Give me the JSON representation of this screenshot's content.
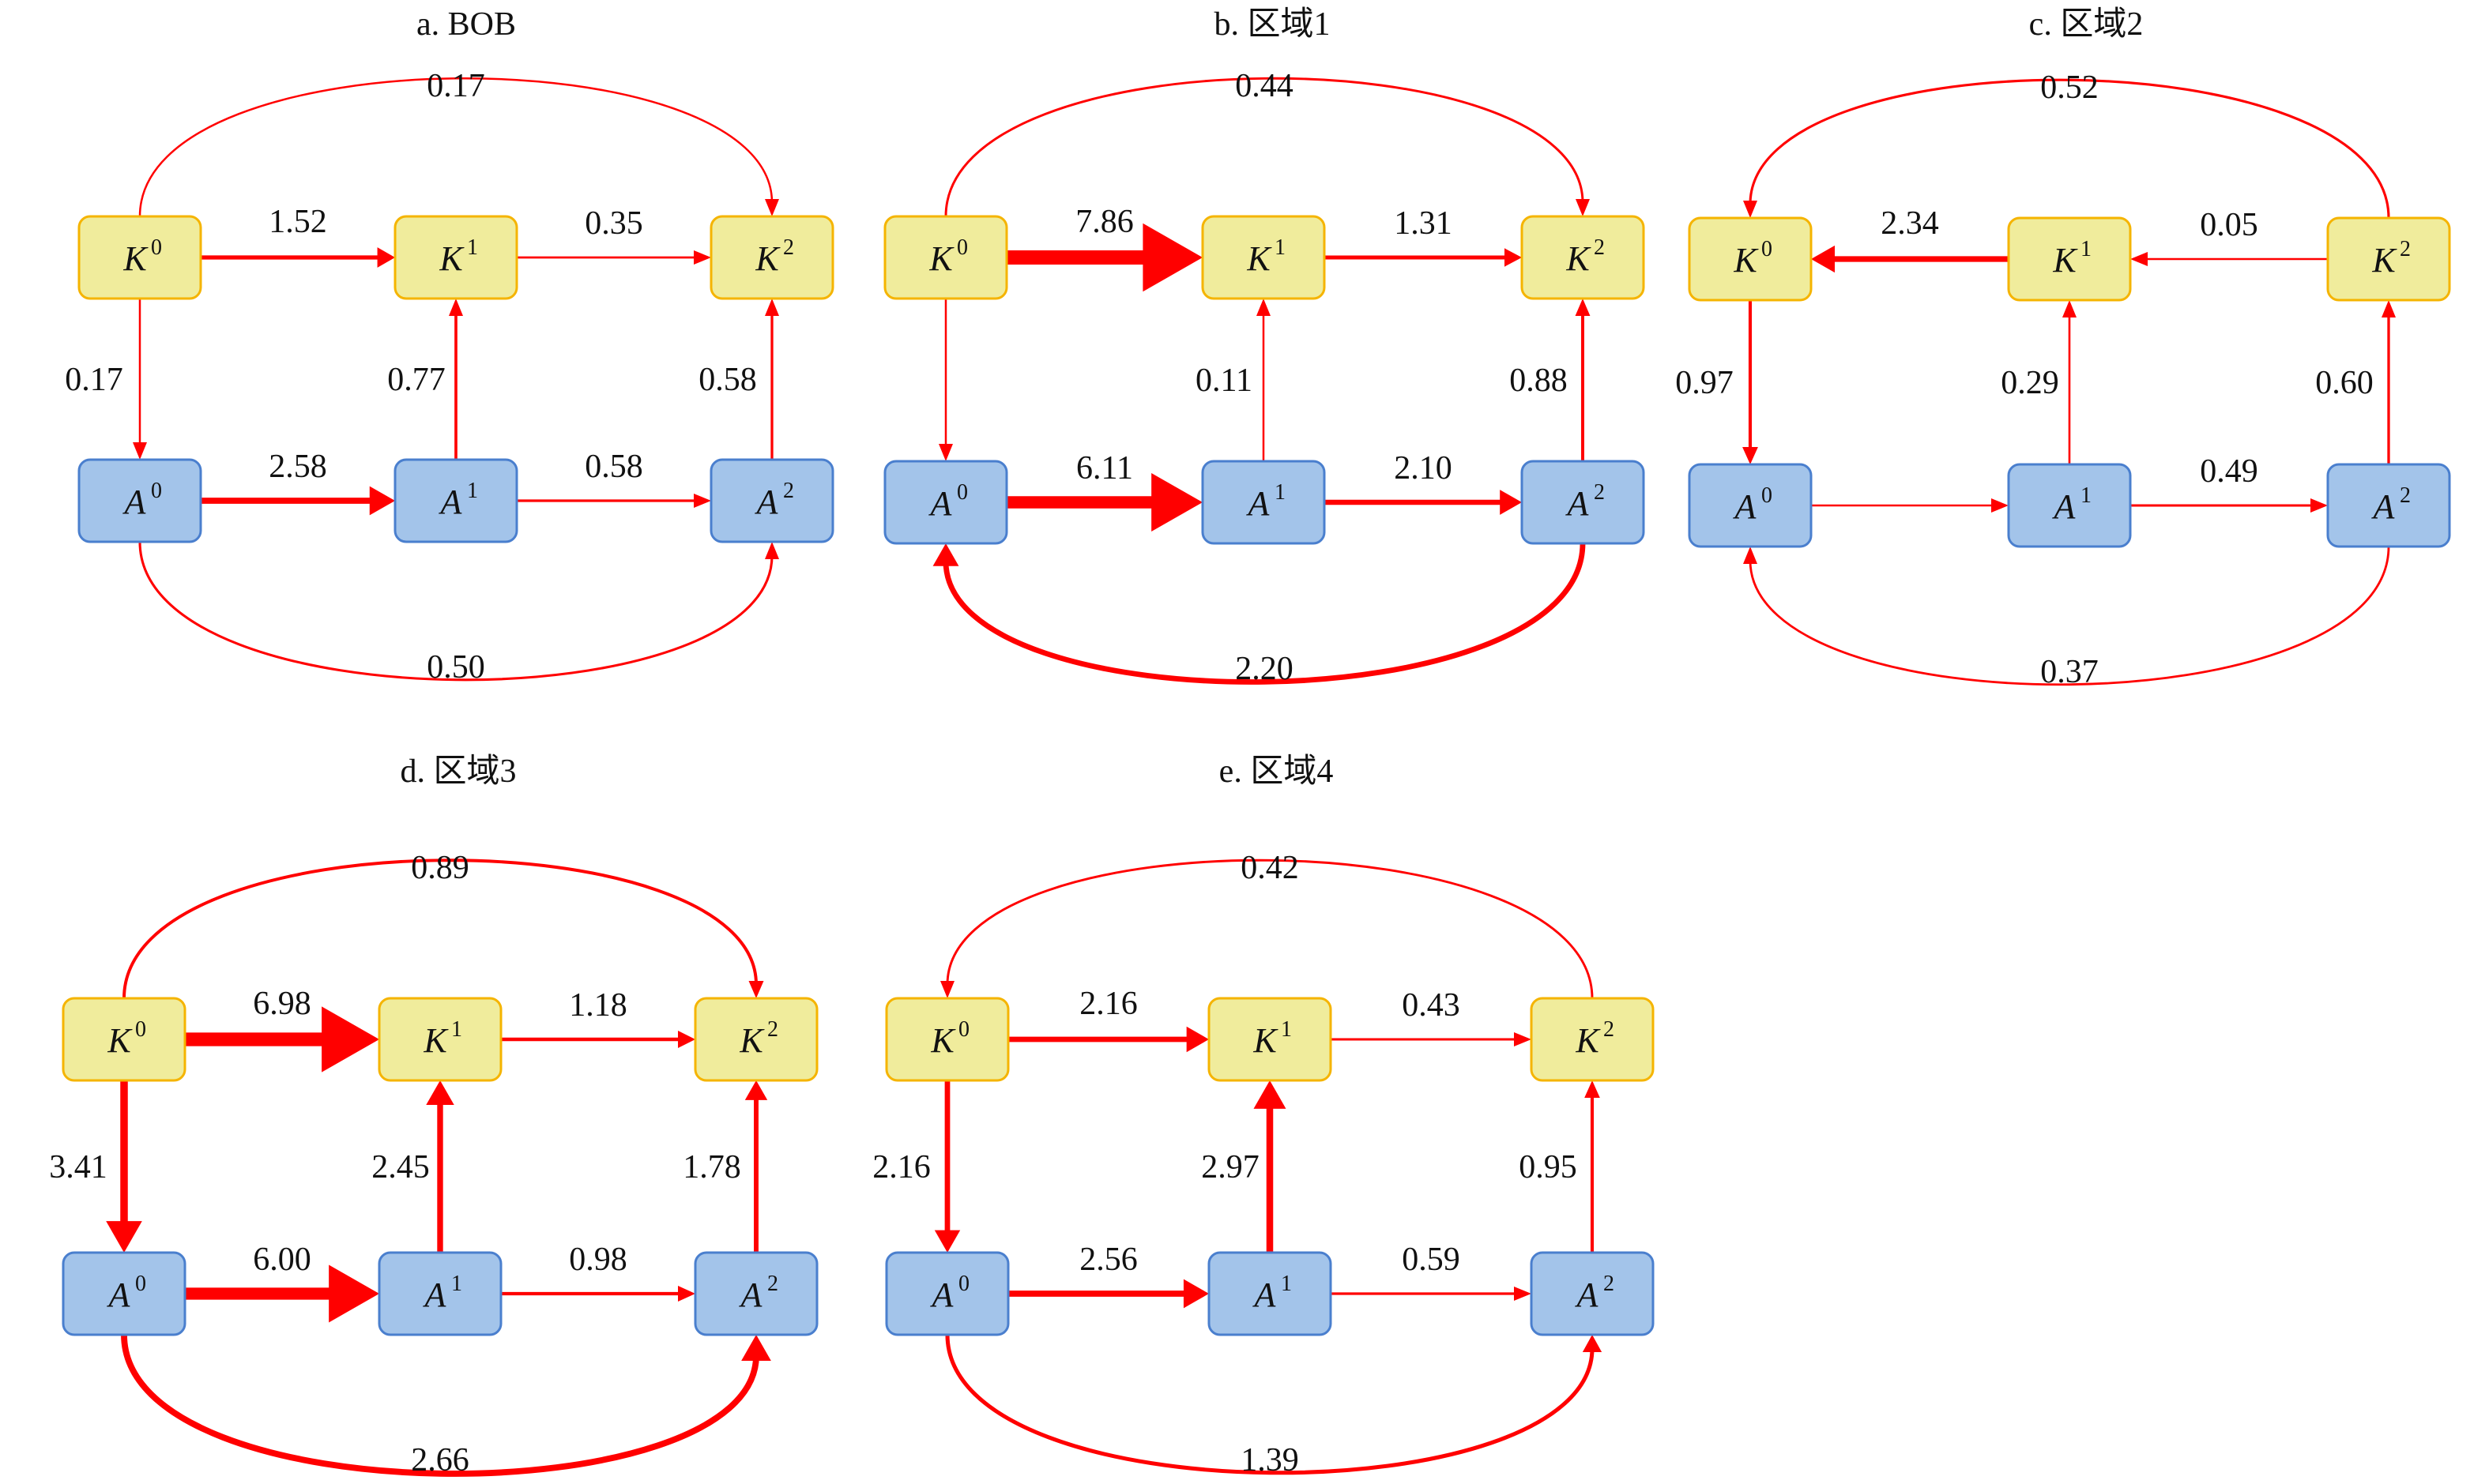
{
  "colors": {
    "arrow": "#ff0000",
    "k_fill": "#f0ec9c",
    "k_stroke": "#f5b400",
    "a_fill": "#a3c4ea",
    "a_stroke": "#4a7fce",
    "text": "#111111"
  },
  "panels": [
    {
      "id": "a",
      "title": "a. BOB",
      "edges": [
        {
          "from": "K0",
          "to": "K1",
          "value": "1.52"
        },
        {
          "from": "K1",
          "to": "K2",
          "value": "0.35"
        },
        {
          "from": "K0",
          "to": "K2",
          "value": "0.17",
          "curve": "top"
        },
        {
          "from": "K0",
          "to": "A0",
          "value": "0.17"
        },
        {
          "from": "A1",
          "to": "K1",
          "value": "0.77"
        },
        {
          "from": "A2",
          "to": "K2",
          "value": "0.58"
        },
        {
          "from": "A0",
          "to": "A1",
          "value": "2.58"
        },
        {
          "from": "A1",
          "to": "A2",
          "value": "0.58"
        },
        {
          "from": "A0",
          "to": "A2",
          "value": "0.50",
          "curve": "bottom"
        }
      ]
    },
    {
      "id": "b",
      "title": "b. 区域1",
      "edges": [
        {
          "from": "K0",
          "to": "K1",
          "value": "7.86"
        },
        {
          "from": "K1",
          "to": "K2",
          "value": "1.31"
        },
        {
          "from": "K0",
          "to": "K2",
          "value": "0.44",
          "curve": "top"
        },
        {
          "from": "K0",
          "to": "A0",
          "value": ""
        },
        {
          "from": "A1",
          "to": "K1",
          "value": "0.11"
        },
        {
          "from": "A2",
          "to": "K2",
          "value": "0.88"
        },
        {
          "from": "A0",
          "to": "A1",
          "value": "6.11"
        },
        {
          "from": "A1",
          "to": "A2",
          "value": "2.10"
        },
        {
          "from": "A2",
          "to": "A0",
          "value": "2.20",
          "curve": "bottom"
        }
      ]
    },
    {
      "id": "c",
      "title": "c. 区域2",
      "edges": [
        {
          "from": "K1",
          "to": "K0",
          "value": "2.34"
        },
        {
          "from": "K2",
          "to": "K1",
          "value": "0.05"
        },
        {
          "from": "K2",
          "to": "K0",
          "value": "0.52",
          "curve": "top"
        },
        {
          "from": "K0",
          "to": "A0",
          "value": "0.97"
        },
        {
          "from": "A1",
          "to": "K1",
          "value": "0.29"
        },
        {
          "from": "A2",
          "to": "K2",
          "value": "0.60"
        },
        {
          "from": "A0",
          "to": "A1",
          "value": ""
        },
        {
          "from": "A1",
          "to": "A2",
          "value": "0.49"
        },
        {
          "from": "A2",
          "to": "A0",
          "value": "0.37",
          "curve": "bottom"
        }
      ]
    },
    {
      "id": "d",
      "title": "d. 区域3",
      "edges": [
        {
          "from": "K0",
          "to": "K1",
          "value": "6.98"
        },
        {
          "from": "K1",
          "to": "K2",
          "value": "1.18"
        },
        {
          "from": "K0",
          "to": "K2",
          "value": "0.89",
          "curve": "top"
        },
        {
          "from": "K0",
          "to": "A0",
          "value": "3.41"
        },
        {
          "from": "A1",
          "to": "K1",
          "value": "2.45"
        },
        {
          "from": "A2",
          "to": "K2",
          "value": "1.78"
        },
        {
          "from": "A0",
          "to": "A1",
          "value": "6.00"
        },
        {
          "from": "A1",
          "to": "A2",
          "value": "0.98"
        },
        {
          "from": "A0",
          "to": "A2",
          "value": "2.66",
          "curve": "bottom"
        }
      ]
    },
    {
      "id": "e",
      "title": "e. 区域4",
      "edges": [
        {
          "from": "K0",
          "to": "K1",
          "value": "2.16"
        },
        {
          "from": "K1",
          "to": "K2",
          "value": "0.43"
        },
        {
          "from": "K2",
          "to": "K0",
          "value": "0.42",
          "curve": "top"
        },
        {
          "from": "K0",
          "to": "A0",
          "value": "2.16"
        },
        {
          "from": "A1",
          "to": "K1",
          "value": "2.97"
        },
        {
          "from": "A2",
          "to": "K2",
          "value": "0.95"
        },
        {
          "from": "A0",
          "to": "A1",
          "value": "2.56"
        },
        {
          "from": "A1",
          "to": "A2",
          "value": "0.59"
        },
        {
          "from": "A0",
          "to": "A2",
          "value": "1.39",
          "curve": "bottom"
        }
      ]
    }
  ],
  "nodes": [
    {
      "id": "K0",
      "base": "K",
      "sup": "0",
      "kind": "k"
    },
    {
      "id": "K1",
      "base": "K",
      "sup": "1",
      "kind": "k"
    },
    {
      "id": "K2",
      "base": "K",
      "sup": "2",
      "kind": "k"
    },
    {
      "id": "A0",
      "base": "A",
      "sup": "0",
      "kind": "a"
    },
    {
      "id": "A1",
      "base": "A",
      "sup": "1",
      "kind": "a"
    },
    {
      "id": "A2",
      "base": "A",
      "sup": "2",
      "kind": "a"
    }
  ]
}
